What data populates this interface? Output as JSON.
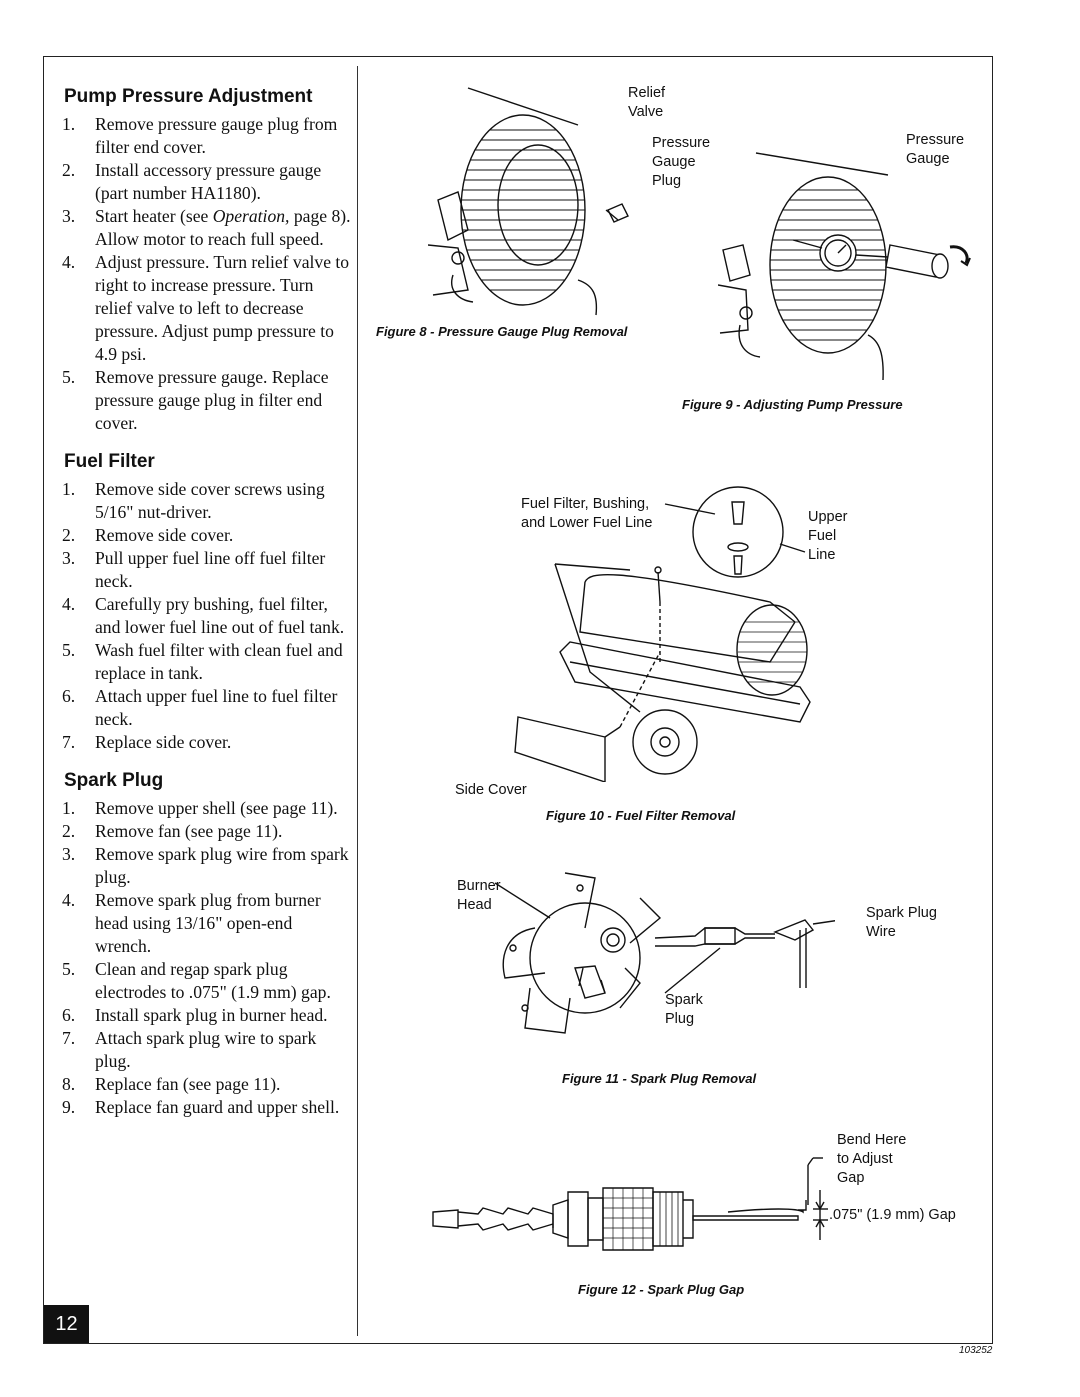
{
  "sections": {
    "pump": {
      "title": "Pump Pressure Adjustment",
      "steps": [
        {
          "n": "1.",
          "text": "Remove pressure gauge plug from filter end cover."
        },
        {
          "n": "2.",
          "text": "Install accessory pressure gauge (part number HA1180)."
        },
        {
          "n": "3.",
          "pre": "Start heater (see ",
          "em": "Operation,",
          "post": " page 8). Allow motor to reach full speed."
        },
        {
          "n": "4.",
          "text": "Adjust pressure. Turn relief valve to right to increase pressure. Turn relief valve to left to decrease pressure. Adjust pump pressure to 4.9 psi."
        },
        {
          "n": "5.",
          "text": "Remove pressure gauge. Replace pressure gauge plug in filter end cover."
        }
      ]
    },
    "fuel": {
      "title": "Fuel Filter",
      "steps": [
        {
          "n": "1.",
          "text": "Remove side cover screws using",
          "extra": "5/16\" nut-driver."
        },
        {
          "n": "2.",
          "text": "Remove side cover."
        },
        {
          "n": "3.",
          "text": "Pull upper fuel line off fuel filter neck."
        },
        {
          "n": "4.",
          "text": "Carefully pry bushing, fuel filter, and lower fuel line out of fuel tank."
        },
        {
          "n": "5.",
          "text": "Wash fuel filter with clean fuel and replace in tank."
        },
        {
          "n": "6.",
          "text": "Attach upper fuel line to fuel filter neck."
        },
        {
          "n": "7.",
          "text": "Replace side cover."
        }
      ]
    },
    "spark": {
      "title": "Spark Plug",
      "steps": [
        {
          "n": "1.",
          "text": "Remove upper shell (see page 11)."
        },
        {
          "n": "2.",
          "text": "Remove fan (see page 11)."
        },
        {
          "n": "3.",
          "text": "Remove spark plug wire from spark plug."
        },
        {
          "n": "4.",
          "text": "Remove spark plug from burner head using 13/16\" open-end wrench."
        },
        {
          "n": "5.",
          "text": "Clean and regap spark plug electrodes to .075\" (1.9 mm) gap."
        },
        {
          "n": "6.",
          "text": "Install spark plug in burner head."
        },
        {
          "n": "7.",
          "text": "Attach spark plug wire to spark plug."
        },
        {
          "n": "8.",
          "text": "Replace fan (see page 11)."
        },
        {
          "n": "9.",
          "text": "Replace fan guard and upper shell."
        }
      ]
    }
  },
  "page_number": "12",
  "doc_code": "103252",
  "figures": {
    "fig8": {
      "caption": "Figure 8 - Pressure Gauge Plug Removal",
      "relief_valve": [
        "Relief",
        "Valve"
      ],
      "plug": [
        "Pressure",
        "Gauge",
        "Plug"
      ]
    },
    "fig9": {
      "caption": "Figure 9 - Adjusting Pump Pressure",
      "gauge": [
        "Pressure",
        "Gauge"
      ]
    },
    "fig10": {
      "caption": "Figure 10 - Fuel Filter Removal",
      "filter": [
        "Fuel Filter, Bushing,",
        "and Lower Fuel Line"
      ],
      "upper_line": [
        "Upper",
        "Fuel",
        "Line"
      ],
      "side_cover": "Side Cover"
    },
    "fig11": {
      "caption": "Figure 11 - Spark Plug Removal",
      "burner": [
        "Burner",
        "Head"
      ],
      "wire": [
        "Spark Plug",
        "Wire"
      ],
      "plug": [
        "Spark",
        "Plug"
      ]
    },
    "fig12": {
      "caption": "Figure 12 - Spark Plug Gap",
      "bend": [
        "Bend Here",
        "to Adjust",
        "Gap"
      ],
      "gap": ".075\" (1.9 mm) Gap"
    }
  }
}
